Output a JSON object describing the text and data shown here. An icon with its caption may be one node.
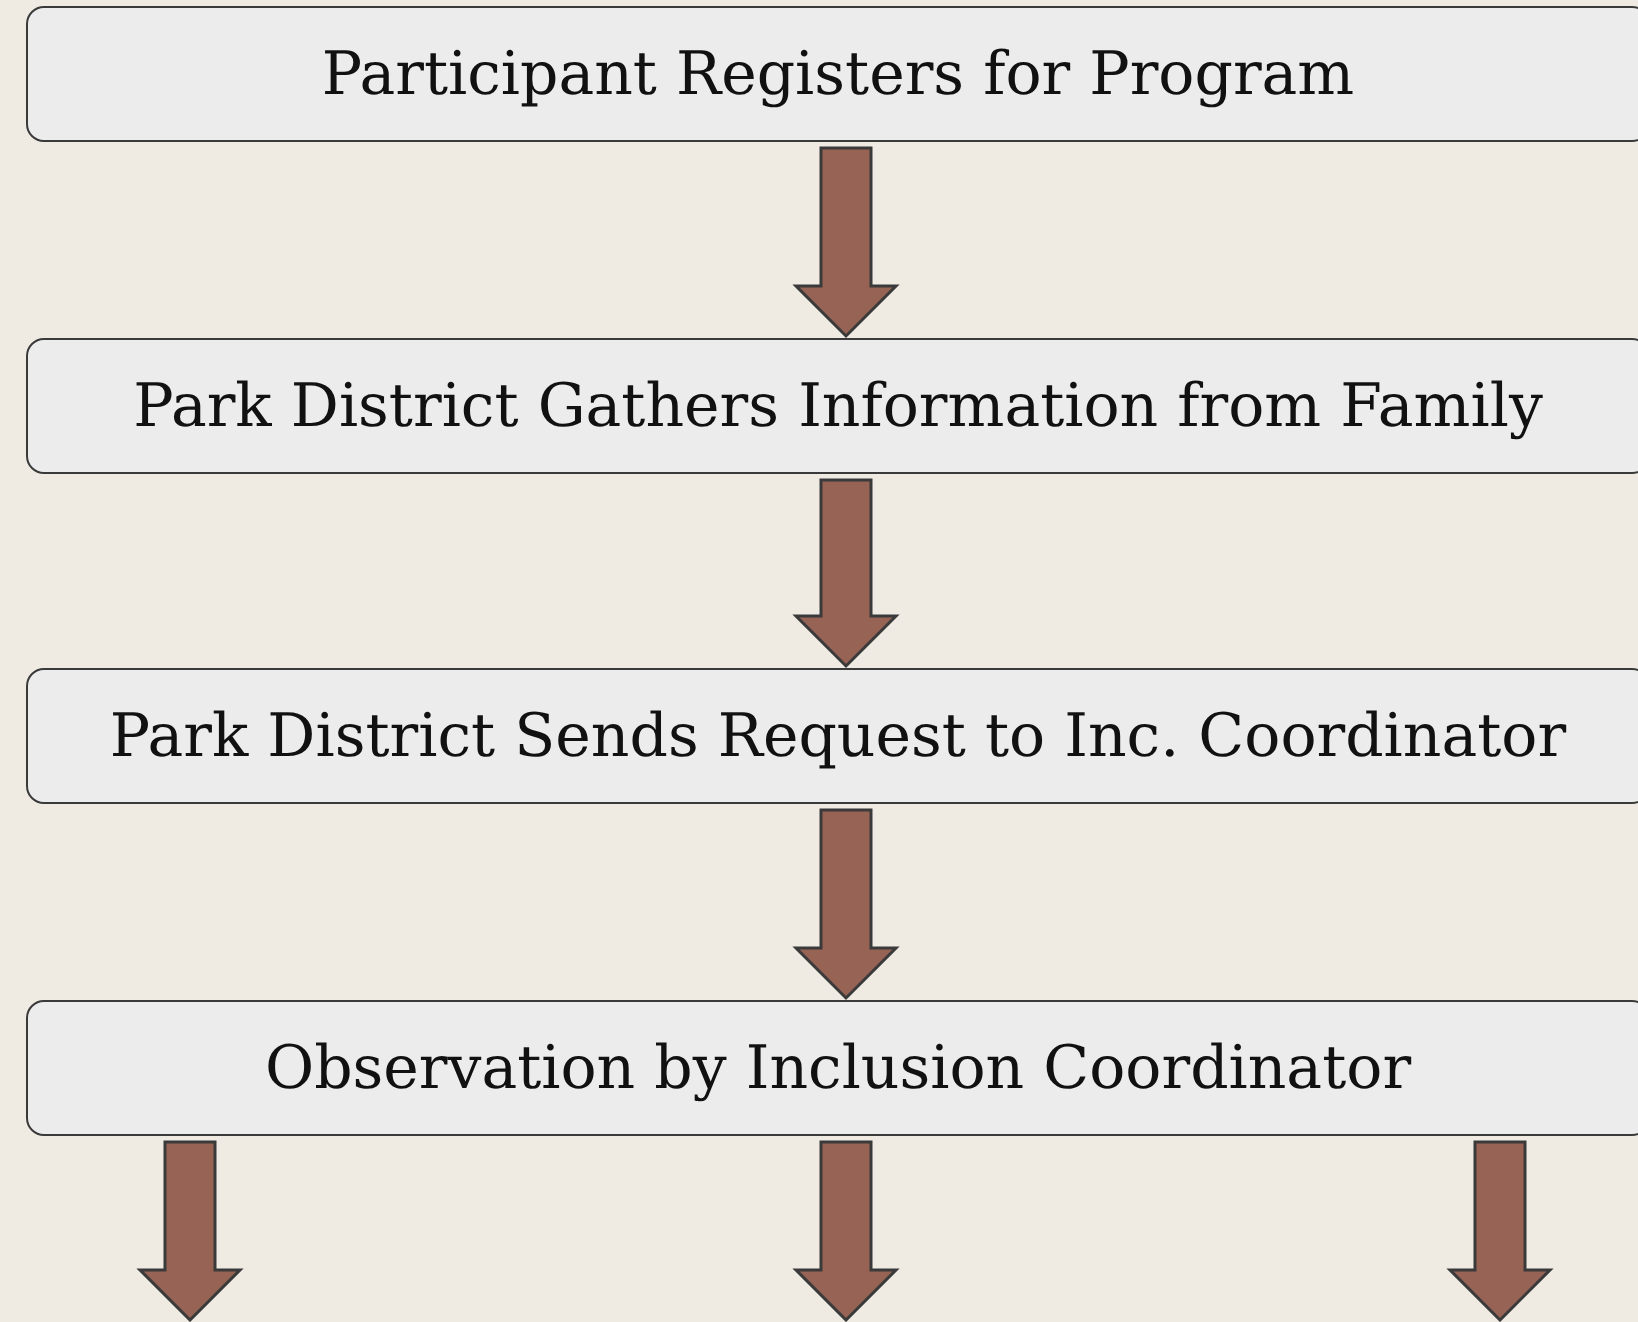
{
  "diagram": {
    "nodes": [
      {
        "text": [
          "Participant Registers for Program"
        ]
      },
      {
        "text": [
          "Park District Gathers Information from Family"
        ]
      },
      {
        "text": [
          "Park District Sends Request to Inc. Coordinator"
        ]
      },
      {
        "text": [
          "Observation by Inclusion Coordinator"
        ]
      }
    ],
    "edges": [
      {
        "from": 0,
        "to": 1,
        "arrow": "to"
      },
      {
        "from": 1,
        "to": 2,
        "arrow": "to"
      },
      {
        "from": 2,
        "to": 3,
        "arrow": "to"
      },
      {
        "from": 3,
        "to": null,
        "arrow": "to"
      },
      {
        "from": 3,
        "to": null,
        "arrow": "to"
      },
      {
        "from": 3,
        "to": null,
        "arrow": "to"
      }
    ]
  }
}
